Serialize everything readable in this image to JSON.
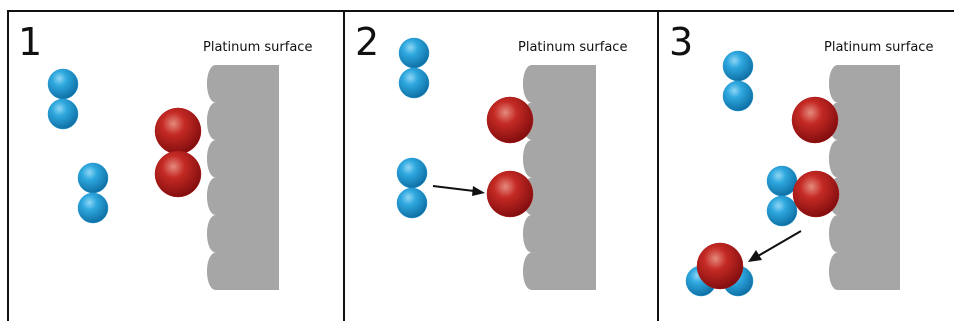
{
  "panels": [
    {
      "number": "1",
      "surface_label": "Platinum surface"
    },
    {
      "number": "2",
      "surface_label": "Platinum surface"
    },
    {
      "number": "3",
      "surface_label": "Platinum surface"
    }
  ],
  "colors": {
    "hydrogen": "#1f95cf",
    "oxygen": "#b01818",
    "surface": "#a6a6a7",
    "frame": "#111111"
  }
}
